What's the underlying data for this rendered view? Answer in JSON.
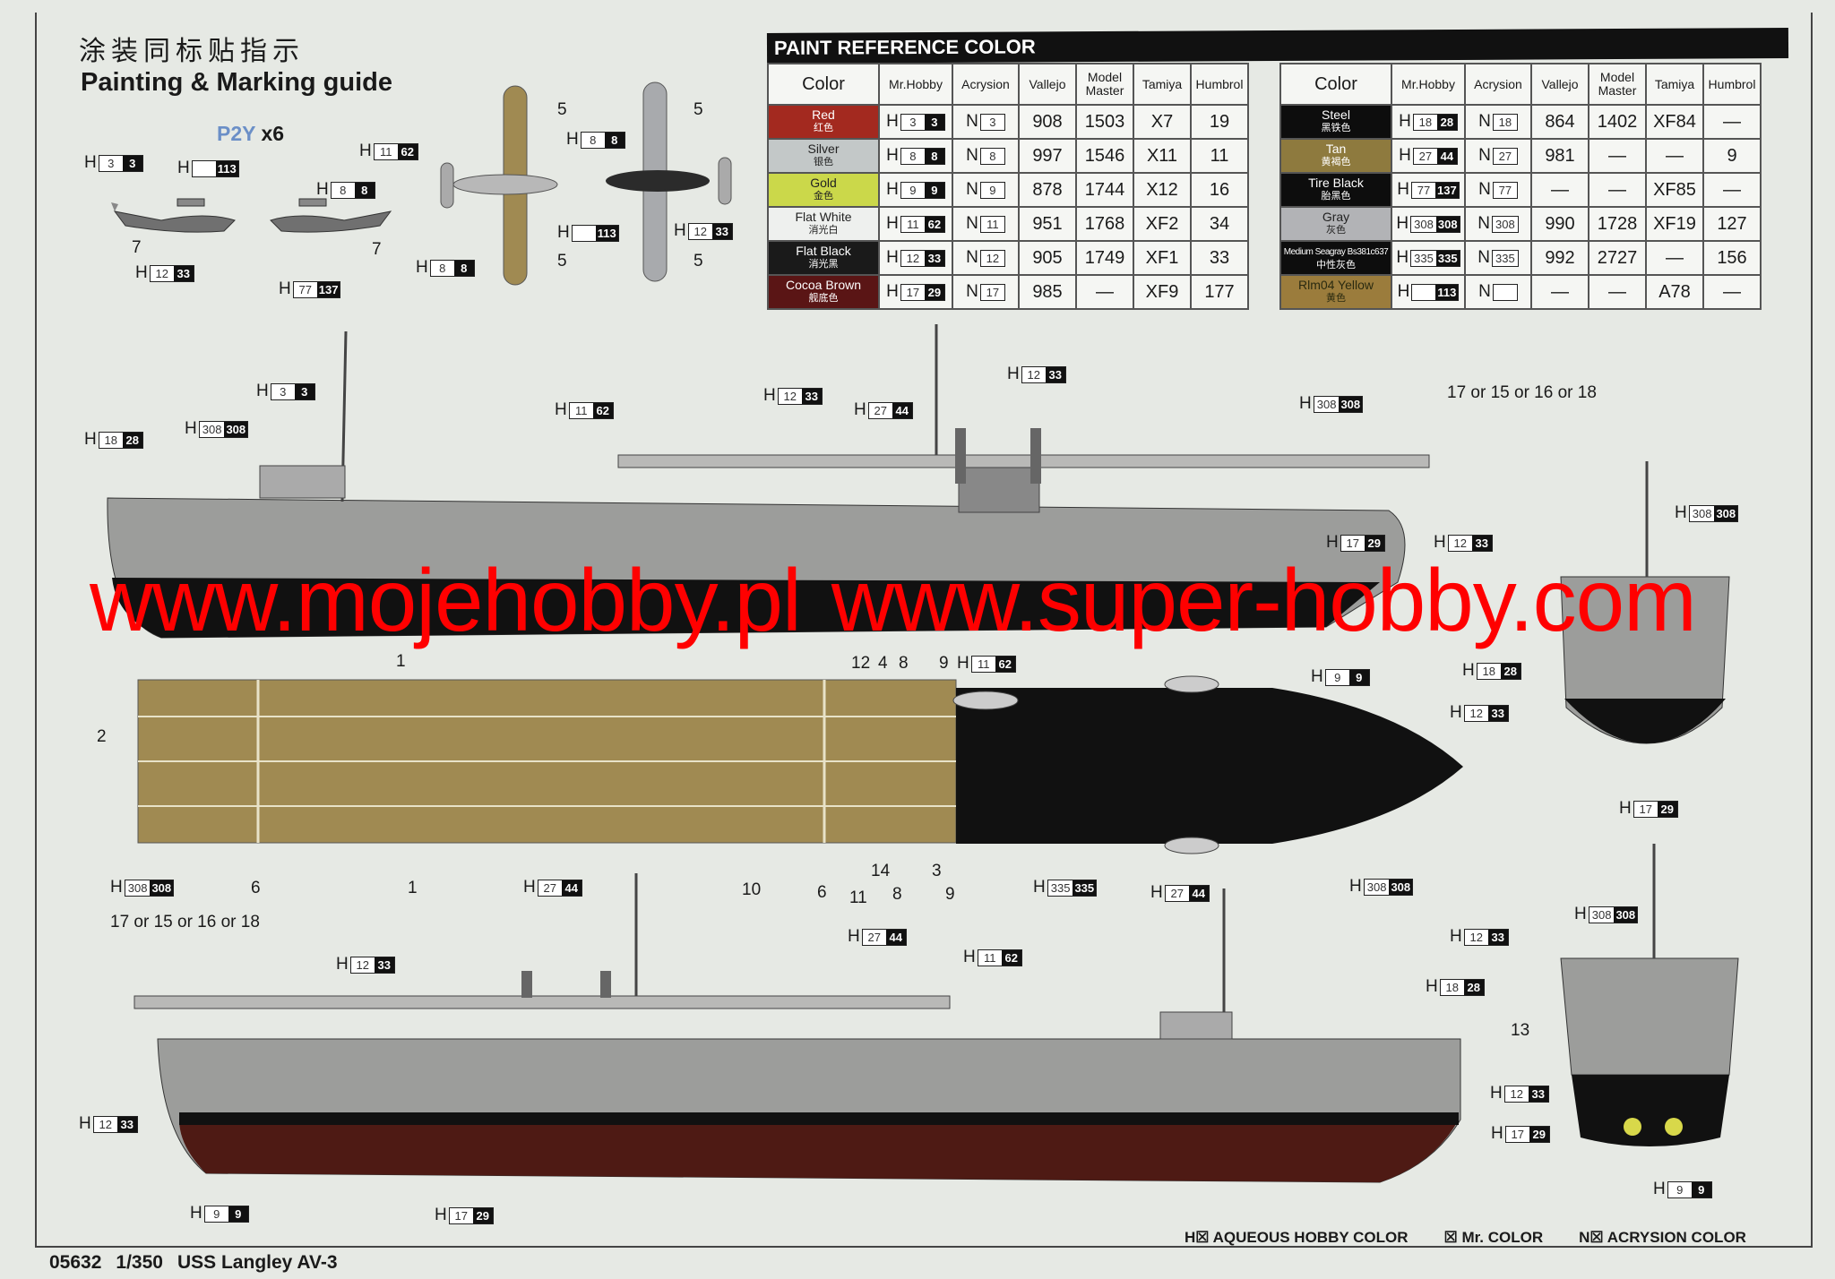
{
  "header": {
    "title_cn": "涂装同标贴指示",
    "title_en": "Painting & Marking guide",
    "aircraft": "P2Y",
    "aircraft_qty": "x6"
  },
  "paint_table": {
    "title": "PAINT REFERENCE COLOR",
    "columns": [
      "Color",
      "Mr.Hobby",
      "Acrysion",
      "Vallejo",
      "Model Master",
      "Tamiya",
      "Humbrol"
    ],
    "rows": [
      {
        "name": "Red",
        "name_cn": "红色",
        "swatch": "#a3291f",
        "text": "#ffffff",
        "h": "3",
        "mr": "3",
        "n": "3",
        "vallejo": "908",
        "model_master": "1503",
        "tamiya": "X7",
        "humbrol": "19"
      },
      {
        "name": "Silver",
        "name_cn": "银色",
        "swatch": "#c3c8c8",
        "text": "#222222",
        "h": "8",
        "mr": "8",
        "n": "8",
        "vallejo": "997",
        "model_master": "1546",
        "tamiya": "X11",
        "humbrol": "11"
      },
      {
        "name": "Gold",
        "name_cn": "金色",
        "swatch": "#cbd84a",
        "text": "#222222",
        "h": "9",
        "mr": "9",
        "n": "9",
        "vallejo": "878",
        "model_master": "1744",
        "tamiya": "X12",
        "humbrol": "16"
      },
      {
        "name": "Flat White",
        "name_cn": "消光白",
        "swatch": "#eef0ee",
        "text": "#222222",
        "h": "11",
        "mr": "62",
        "n": "11",
        "vallejo": "951",
        "model_master": "1768",
        "tamiya": "XF2",
        "humbrol": "34"
      },
      {
        "name": "Flat Black",
        "name_cn": "消光黑",
        "swatch": "#1a1a1a",
        "text": "#ffffff",
        "h": "12",
        "mr": "33",
        "n": "12",
        "vallejo": "905",
        "model_master": "1749",
        "tamiya": "XF1",
        "humbrol": "33"
      },
      {
        "name": "Cocoa Brown",
        "name_cn": "舰底色",
        "swatch": "#5a1515",
        "text": "#ffffff",
        "h": "17",
        "mr": "29",
        "n": "17",
        "vallejo": "985",
        "model_master": "—",
        "tamiya": "XF9",
        "humbrol": "177"
      },
      {
        "name": "Steel",
        "name_cn": "黑铁色",
        "swatch": "#0d0d0d",
        "text": "#ffffff",
        "h": "18",
        "mr": "28",
        "n": "18",
        "vallejo": "864",
        "model_master": "1402",
        "tamiya": "XF84",
        "humbrol": "—"
      },
      {
        "name": "Tan",
        "name_cn": "黄褐色",
        "swatch": "#8e7a3e",
        "text": "#ffffff",
        "h": "27",
        "mr": "44",
        "n": "27",
        "vallejo": "981",
        "model_master": "—",
        "tamiya": "—",
        "humbrol": "9"
      },
      {
        "name": "Tire Black",
        "name_cn": "胎黑色",
        "swatch": "#0d0d0d",
        "text": "#ffffff",
        "h": "77",
        "mr": "137",
        "n": "77",
        "vallejo": "—",
        "model_master": "—",
        "tamiya": "XF85",
        "humbrol": "—"
      },
      {
        "name": "Gray",
        "name_cn": "灰色",
        "swatch": "#b2b3b6",
        "text": "#222222",
        "h": "308",
        "mr": "308",
        "n": "308",
        "vallejo": "990",
        "model_master": "1728",
        "tamiya": "XF19",
        "humbrol": "127"
      },
      {
        "name": "Medium Seagray Bs381c637",
        "name_cn": "中性灰色",
        "swatch": "#0d0d0d",
        "text": "#ffffff",
        "h": "335",
        "mr": "335",
        "n": "335",
        "vallejo": "992",
        "model_master": "2727",
        "tamiya": "—",
        "humbrol": "156"
      },
      {
        "name": "Rlm04 Yellow",
        "name_cn": "黄色",
        "swatch": "#9b7c3c",
        "text": "#2a2a10",
        "h": "",
        "mr": "113",
        "n": "",
        "vallejo": "—",
        "model_master": "—",
        "tamiya": "A78",
        "humbrol": "—"
      }
    ]
  },
  "callouts": [
    {
      "h": "3",
      "mr": "3"
    },
    {
      "h": "",
      "mr": "113"
    },
    {
      "h": "12",
      "mr": "33"
    },
    {
      "h": "11",
      "mr": "62"
    },
    {
      "h": "8",
      "mr": "8"
    },
    {
      "h": "77",
      "mr": "137"
    },
    {
      "h": "8",
      "mr": "8"
    },
    {
      "h": "",
      "mr": "113"
    },
    {
      "h": "8",
      "mr": "8"
    },
    {
      "h": "12",
      "mr": "33"
    },
    {
      "h": "18",
      "mr": "28"
    },
    {
      "h": "308",
      "mr": "308"
    },
    {
      "h": "3",
      "mr": "3"
    },
    {
      "h": "11",
      "mr": "62"
    },
    {
      "h": "12",
      "mr": "33"
    },
    {
      "h": "27",
      "mr": "44"
    },
    {
      "h": "12",
      "mr": "33"
    },
    {
      "h": "308",
      "mr": "308"
    },
    {
      "h": "12",
      "mr": "33"
    },
    {
      "h": "17",
      "mr": "29"
    },
    {
      "h": "308",
      "mr": "308"
    },
    {
      "h": "9",
      "mr": "9"
    },
    {
      "h": "18",
      "mr": "28"
    },
    {
      "h": "12",
      "mr": "33"
    },
    {
      "h": "17",
      "mr": "29"
    },
    {
      "h": "11",
      "mr": "62"
    },
    {
      "h": "308",
      "mr": "308"
    },
    {
      "h": "27",
      "mr": "44"
    },
    {
      "h": "335",
      "mr": "335"
    },
    {
      "h": "27",
      "mr": "44"
    },
    {
      "h": "308",
      "mr": "308"
    },
    {
      "h": "12",
      "mr": "33"
    },
    {
      "h": "27",
      "mr": "44"
    },
    {
      "h": "11",
      "mr": "62"
    },
    {
      "h": "18",
      "mr": "28"
    },
    {
      "h": "308",
      "mr": "308"
    },
    {
      "h": "12",
      "mr": "33"
    },
    {
      "h": "12",
      "mr": "33"
    },
    {
      "h": "9",
      "mr": "9"
    },
    {
      "h": "17",
      "mr": "29"
    },
    {
      "h": "12",
      "mr": "33"
    },
    {
      "h": "17",
      "mr": "29"
    },
    {
      "h": "9",
      "mr": "9"
    }
  ],
  "part_labels": [
    "5",
    "5",
    "5",
    "5",
    "7",
    "7",
    "1",
    "2",
    "12",
    "4",
    "8",
    "9",
    "6",
    "1",
    "10",
    "6",
    "14",
    "11",
    "8",
    "3",
    "9",
    "13"
  ],
  "notes": [
    "17 or 15 or 16 or 18",
    "17 or 15 or 16 or 18"
  ],
  "watermark": [
    "www.mojehobby.pl",
    "www.super-hobby.com"
  ],
  "legend": [
    "H☒ AQUEOUS HOBBY COLOR",
    "☒ Mr. COLOR",
    "N☒ ACRYSION COLOR"
  ],
  "footer": {
    "code": "05632",
    "scale": "1/350",
    "name": "USS Langley AV-3"
  },
  "colors": {
    "hull_gray": "#9c9d9b",
    "deck_tan": "#a08a52",
    "boot_black": "#111111",
    "bottom_red": "#4e1a14",
    "watermark": "#ff0000"
  }
}
